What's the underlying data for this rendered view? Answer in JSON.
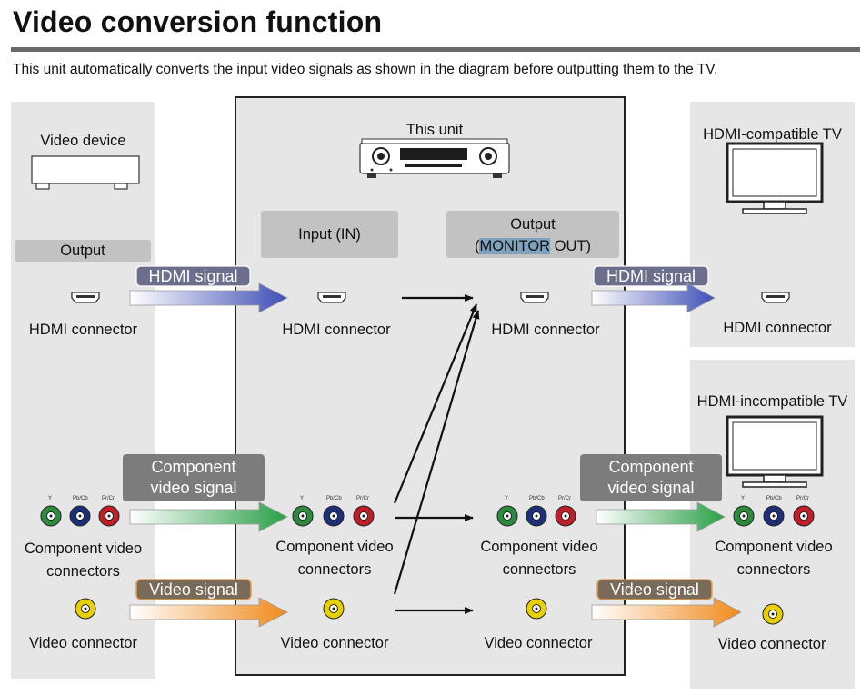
{
  "page": {
    "title": "Video conversion function",
    "intro": "This unit automatically converts the input video signals as shown in the diagram before outputting them to the TV."
  },
  "device": {
    "name": "Video device",
    "output_label": "Output"
  },
  "unit": {
    "name": "This unit",
    "input_label": "Input (IN)",
    "output_label_line1": "Output",
    "output_label_pre": "(",
    "output_label_hilite": "MONITOR",
    "output_label_post": " OUT)"
  },
  "tvs": {
    "compatible": "HDMI-compatible TV",
    "incompatible": "HDMI-incompatible TV"
  },
  "signals": {
    "hdmi": "HDMI signal",
    "component_line1": "Component",
    "component_line2": "video signal",
    "video": "Video signal"
  },
  "connectors": {
    "hdmi": "HDMI connector",
    "component_line1": "Component video",
    "component_line2": "connectors",
    "video": "Video connector",
    "y": "Y",
    "pb": "Pb/Cb",
    "pr": "Pr/Cr"
  },
  "colors": {
    "hdmi_tag": "#6b6e8c",
    "component_tag": "#7c7c7c",
    "video_tag": "#b57a3c",
    "y_jack": "#2e8b3e",
    "pb_jack": "#1e2f7a",
    "pr_jack": "#c01e28",
    "video_jack": "#e8d000"
  }
}
